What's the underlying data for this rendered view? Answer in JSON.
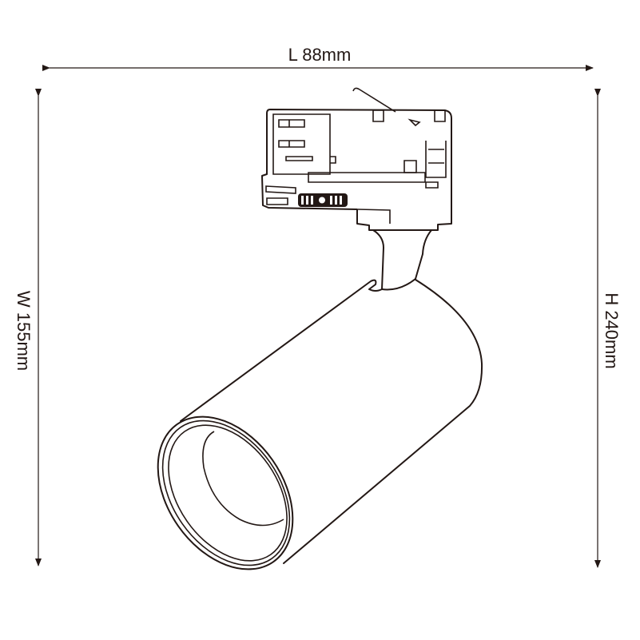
{
  "dimensions": {
    "length": "L 88mm",
    "width": "W 155mm",
    "height": "H 240mm"
  },
  "colors": {
    "line": "#231815",
    "background": "#ffffff"
  }
}
